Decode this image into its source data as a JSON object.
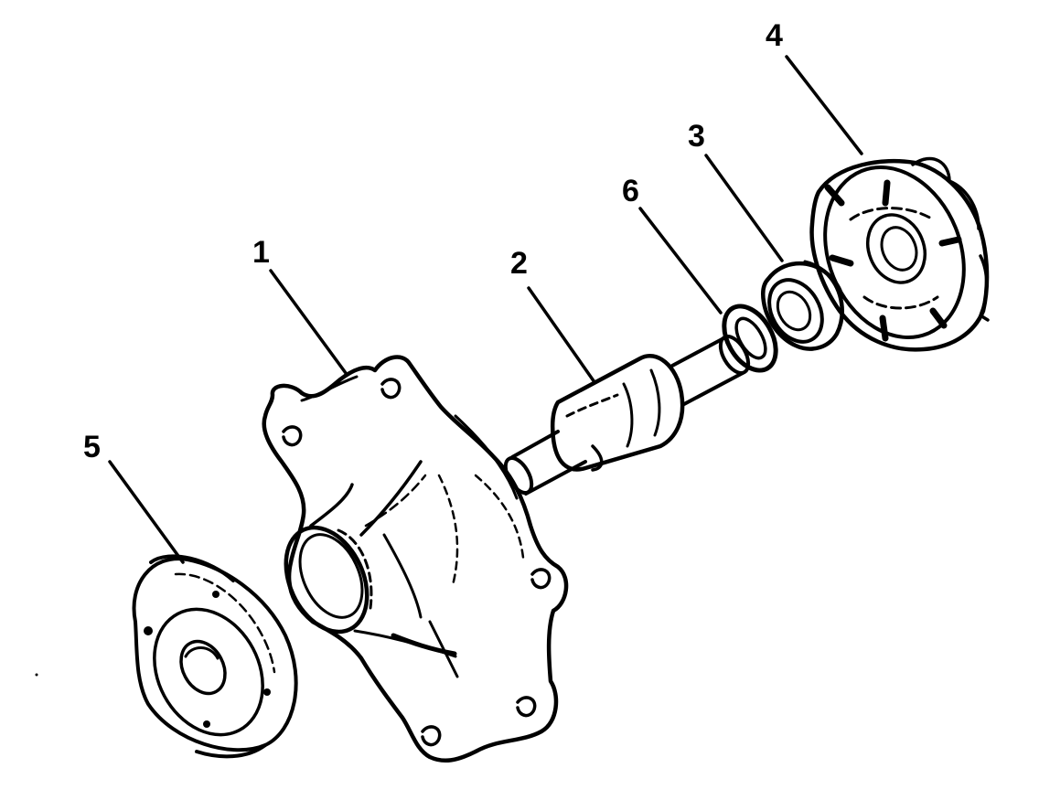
{
  "diagram": {
    "callouts": [
      {
        "id": "1",
        "text": "1"
      },
      {
        "id": "2",
        "text": "2"
      },
      {
        "id": "3",
        "text": "3"
      },
      {
        "id": "4",
        "text": "4"
      },
      {
        "id": "5",
        "text": "5"
      },
      {
        "id": "6",
        "text": "6"
      }
    ]
  },
  "colors": {
    "ink": "#000000",
    "background": "#ffffff"
  }
}
